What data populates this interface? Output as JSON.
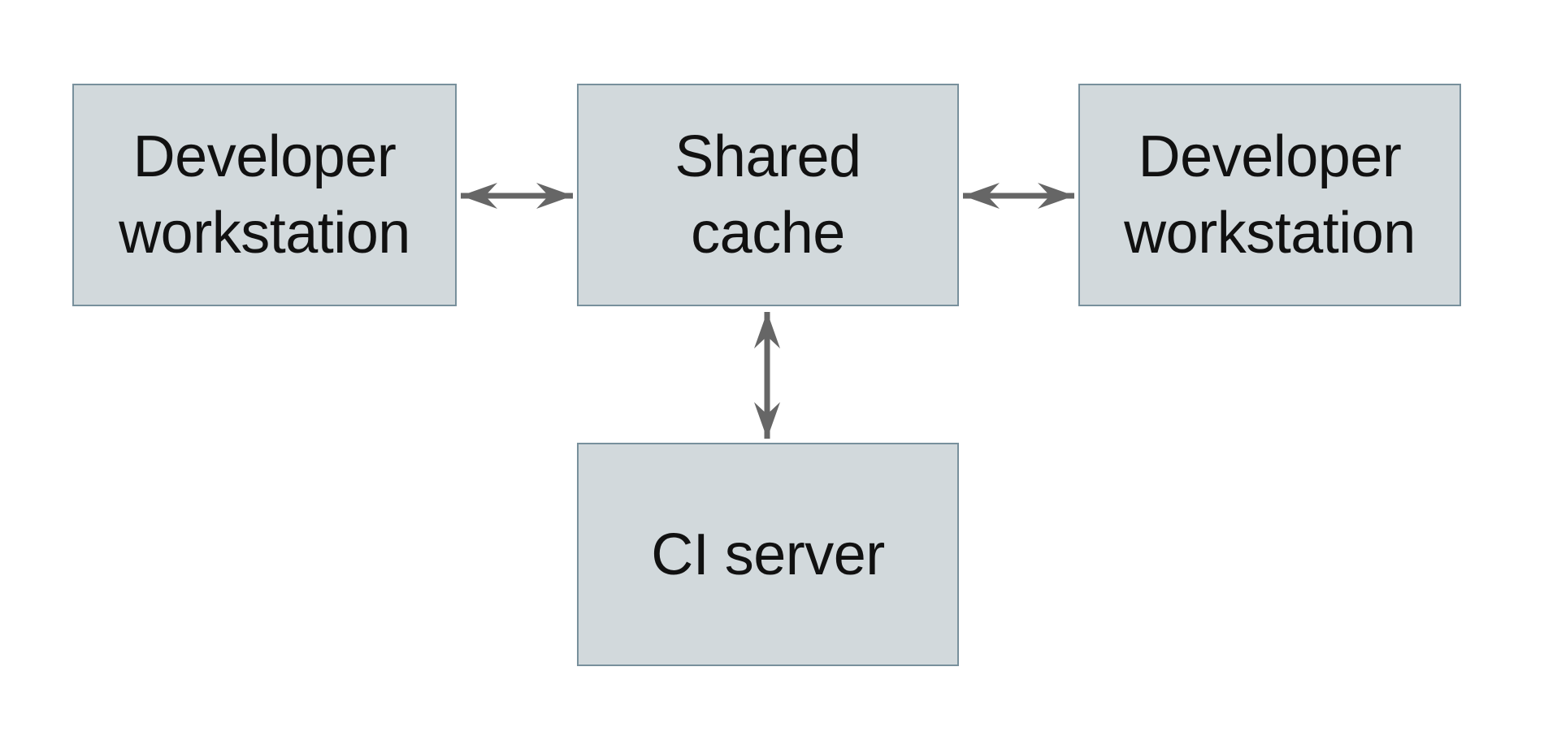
{
  "diagram": {
    "type": "architecture-diagram",
    "nodes": [
      {
        "id": "developer-workstation-left",
        "label": "Developer\nworkstation"
      },
      {
        "id": "shared-cache",
        "label": "Shared\ncache"
      },
      {
        "id": "developer-workstation-right",
        "label": "Developer\nworkstation"
      },
      {
        "id": "ci-server",
        "label": "CI server"
      }
    ],
    "edges": [
      {
        "from": "developer-workstation-left",
        "to": "shared-cache",
        "direction": "bidirectional"
      },
      {
        "from": "shared-cache",
        "to": "developer-workstation-right",
        "direction": "bidirectional"
      },
      {
        "from": "shared-cache",
        "to": "ci-server",
        "direction": "bidirectional"
      }
    ],
    "colors": {
      "background": "#ffffff",
      "node_fill": "#d2d9dc",
      "node_border": "#78909c",
      "arrow": "#666666",
      "text": "#111111"
    }
  }
}
